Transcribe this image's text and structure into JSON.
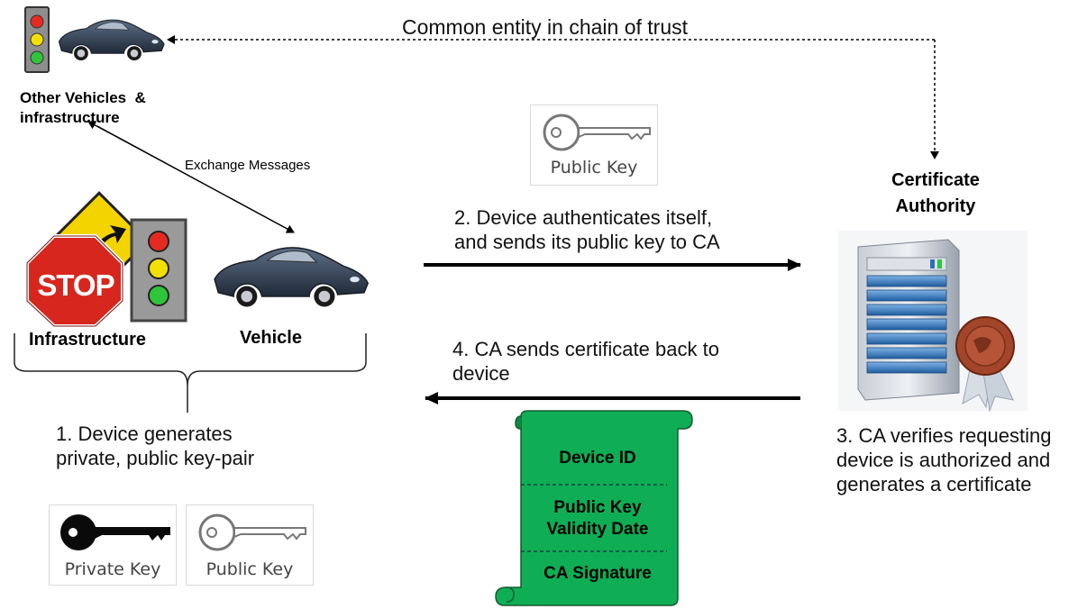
{
  "top": {
    "common_entity": "Common entity in chain of trust",
    "other_vehicles": [
      "Other Vehicles  &",
      "infrastructure"
    ],
    "exchange": "Exchange Messages"
  },
  "labels": {
    "infrastructure": "Infrastructure",
    "vehicle": "Vehicle",
    "stop": "STOP"
  },
  "steps": {
    "step1": [
      "1. Device generates",
      "private, public key-pair"
    ],
    "step2": [
      "2. Device authenticates itself,",
      "and sends its public key to CA"
    ],
    "step3": [
      "3. CA verifies requesting",
      "device is authorized and",
      "generates a certificate"
    ],
    "step4": [
      "4. CA sends certificate back to",
      "device"
    ]
  },
  "ca": {
    "title": [
      "Certificate",
      "Authority"
    ]
  },
  "keys": {
    "public_key": "Public Key",
    "private_key": "Private Key"
  },
  "certificate": {
    "fields": [
      "Device ID",
      "Public Key",
      "Validity Date",
      "CA Signature"
    ]
  },
  "colors": {
    "certificate_green": "#0fae55",
    "server_blue": "#2f6fb6",
    "seal_red": "#a2452b",
    "stop_red": "#d7261e",
    "sign_yellow": "#f4d400"
  }
}
